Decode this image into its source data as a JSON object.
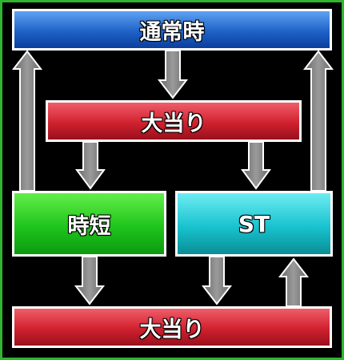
{
  "diagram": {
    "normal_mode": "通常時",
    "jackpot_top": "大当り",
    "jitan": "時短",
    "st": "ST",
    "jackpot_bottom": "大当り"
  },
  "colors": {
    "frame": "#2fb52f",
    "normal": "#1e62c8",
    "jackpot": "#d1212f",
    "jitan": "#1fc51c",
    "st": "#18c3cf",
    "arrow": "#808080"
  }
}
